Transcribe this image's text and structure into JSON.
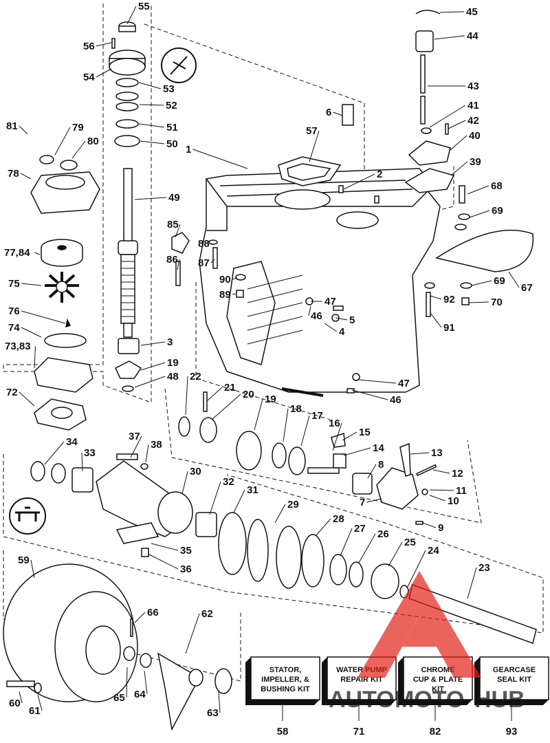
{
  "diagram": {
    "part_numbers": [
      "1",
      "2",
      "3",
      "4",
      "5",
      "6",
      "7",
      "8",
      "9",
      "10",
      "11",
      "12",
      "13",
      "14",
      "15",
      "16",
      "17",
      "18",
      "19",
      "19",
      "20",
      "21",
      "22",
      "23",
      "24",
      "25",
      "26",
      "27",
      "28",
      "29",
      "30",
      "31",
      "32",
      "33",
      "34",
      "35",
      "36",
      "37",
      "38",
      "39",
      "40",
      "41",
      "42",
      "43",
      "44",
      "45",
      "46",
      "46",
      "47",
      "47",
      "48",
      "49",
      "50",
      "51",
      "52",
      "53",
      "54",
      "55",
      "56",
      "57",
      "59",
      "60",
      "61",
      "62",
      "63",
      "64",
      "65",
      "66",
      "67",
      "68",
      "69",
      "69",
      "70",
      "72",
      "73,83",
      "74",
      "75",
      "76",
      "77,84",
      "78",
      "79",
      "80",
      "81",
      "85",
      "86",
      "87",
      "88",
      "89",
      "90",
      "91",
      "92"
    ],
    "kits": [
      {
        "label_lines": [
          "STATOR,",
          "IMPELLER, &",
          "BUSHING KIT"
        ],
        "number": "58"
      },
      {
        "label_lines": [
          "WATER PUMP",
          "REPAIR KIT"
        ],
        "number": "71"
      },
      {
        "label_lines": [
          "CHROME",
          "CUP & PLATE",
          "KIT"
        ],
        "number": "82"
      },
      {
        "label_lines": [
          "GEARCASE",
          "SEAL KIT"
        ],
        "number": "93"
      }
    ],
    "watermark": {
      "word_auto": "AUTO",
      "word_moto": "MOTO",
      "word_hub": "HUB",
      "color_red": "#e2231a",
      "color_orange": "#f5a623",
      "color_dark": "#222222"
    },
    "colors": {
      "line": "#111111",
      "background": "#ffffff"
    }
  }
}
